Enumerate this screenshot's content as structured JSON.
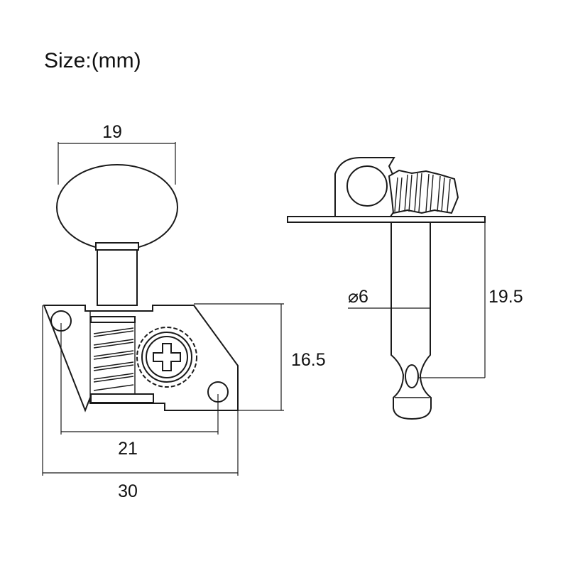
{
  "title": "Size:(mm)",
  "dimensions": {
    "knob_width": "19",
    "base_height": "16.5",
    "hole_spacing": "21",
    "overall_length": "30",
    "post_diameter": "⌀6",
    "post_height": "19.5"
  },
  "colors": {
    "line": "#1a1a1a",
    "background": "#ffffff"
  }
}
